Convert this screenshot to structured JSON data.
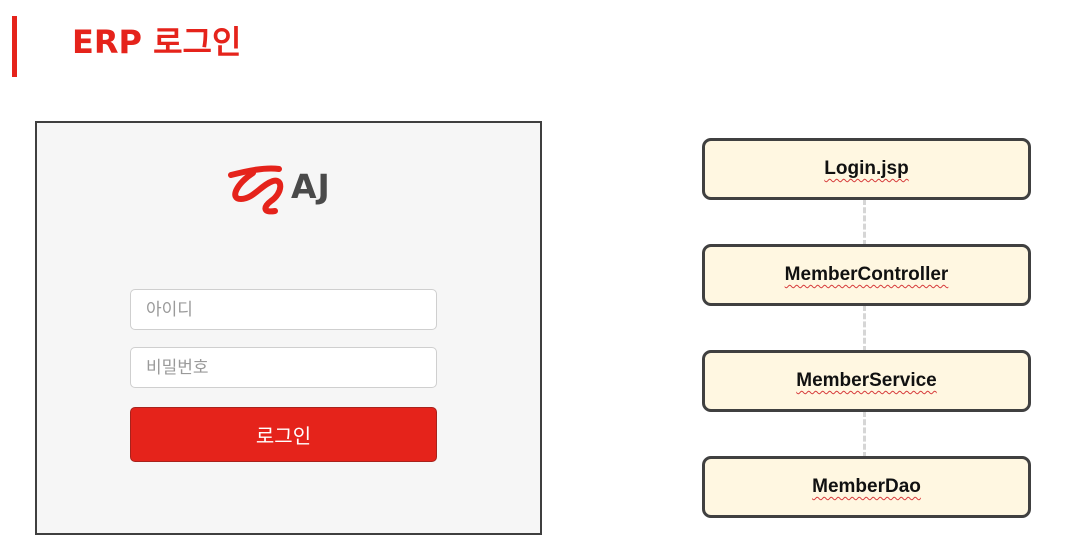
{
  "slide": {
    "title": "ERP 로그인",
    "accent_color": "#e5231b"
  },
  "login": {
    "logo_icon": "aj-swirl-logo",
    "logo_text": "AJ",
    "id_placeholder": "아이디",
    "password_placeholder": "비밀번호",
    "submit_label": "로그인"
  },
  "layers": [
    {
      "label": "Login.jsp"
    },
    {
      "label": "MemberController"
    },
    {
      "label": "MemberService"
    },
    {
      "label": "MemberDao"
    }
  ]
}
